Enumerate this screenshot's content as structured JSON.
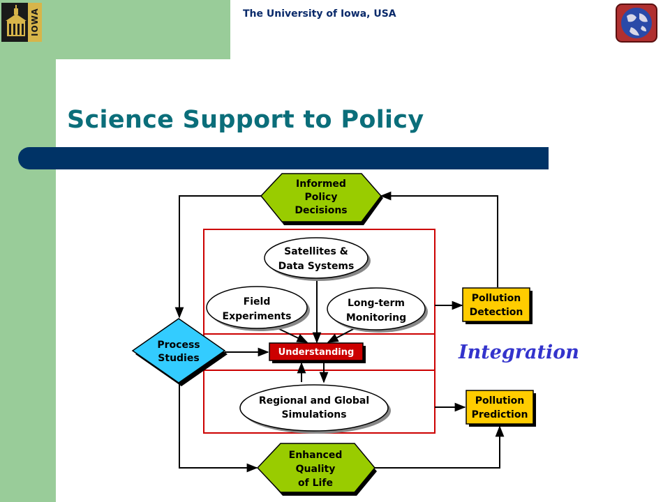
{
  "header": {
    "university": "The University of Iowa, USA",
    "logo_text": "IOWA"
  },
  "slide": {
    "title": "Science Support to Policy"
  },
  "diagram": {
    "informed_policy": [
      "Informed",
      "Policy",
      "Decisions"
    ],
    "satellites": [
      "Satellites &",
      "Data Systems"
    ],
    "field": [
      "Field",
      "Experiments"
    ],
    "longterm": [
      "Long-term",
      "Monitoring"
    ],
    "process": [
      "Process",
      "Studies"
    ],
    "understanding": "Understanding",
    "simulations": [
      "Regional and Global",
      "Simulations"
    ],
    "pollution_detection": [
      "Pollution",
      "Detection"
    ],
    "pollution_prediction": [
      "Pollution",
      "Prediction"
    ],
    "enhanced": [
      "Enhanced",
      "Quality",
      "of Life"
    ],
    "integration": "Integration",
    "colors": {
      "diamond_green": "#99cc00",
      "diamond_blue": "#33ccff",
      "yellow_box": "#ffcc00",
      "red_box": "#cc0000",
      "frame_red": "#cc0000",
      "title_teal": "#0b6e7a",
      "bar_navy": "#003366",
      "integration_blue": "#3333cc"
    }
  }
}
